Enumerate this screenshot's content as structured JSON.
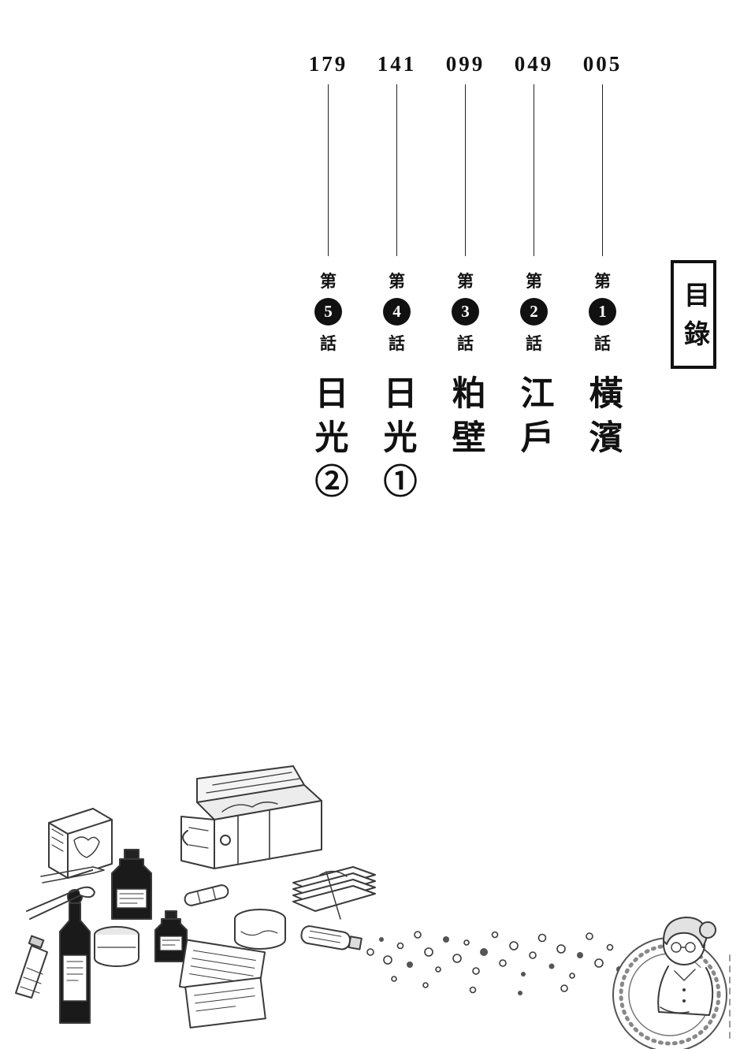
{
  "page": {
    "toc_title": "目錄"
  },
  "toc": {
    "chapter_prefix": "第",
    "chapter_suffix": "話",
    "entries": [
      {
        "number": "1",
        "title": "橫濱",
        "page": "005"
      },
      {
        "number": "2",
        "title": "江戶",
        "page": "049"
      },
      {
        "number": "3",
        "title": "粕壁",
        "page": "099"
      },
      {
        "number": "4",
        "title": "日光①",
        "page": "141"
      },
      {
        "number": "5",
        "title": "日光②",
        "page": "179"
      }
    ]
  },
  "illustration": {
    "description": "vintage travel gear sketch: open wooden chest, labeled medicine box, dark ink bottles, pliers, paste tube, jar, round tin, tied paper bundle, scattered letters, tipped bottle spilling drops, girl resting beside a round stamp"
  },
  "colors": {
    "ink": "#111111",
    "sketch": "#3a3a3a",
    "background": "#ffffff"
  }
}
